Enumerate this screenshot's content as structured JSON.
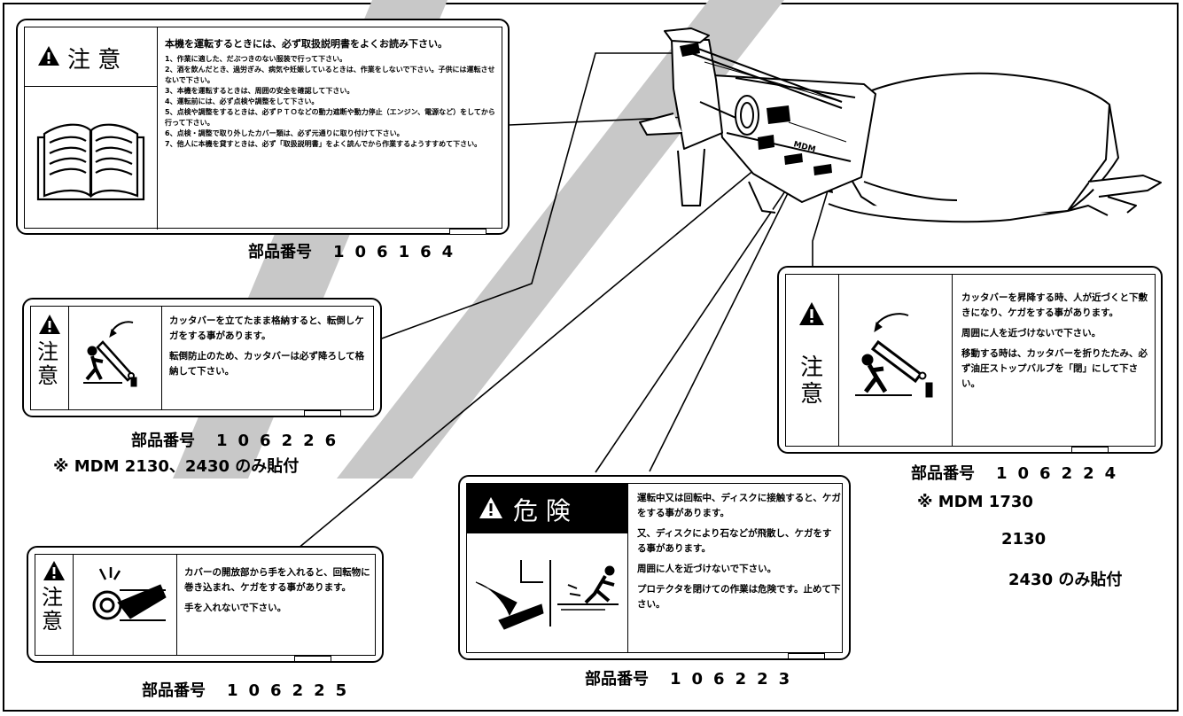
{
  "sticker_106164": {
    "header": "注 意",
    "intro": "本機を運転するときには、必ず取扱説明書をよくお読み下さい。",
    "items": [
      "1、作業に適した、だぶつきのない服装で行って下さい。",
      "2、酒を飲んだとき、過労ぎみ、病気や妊娠しているときは、作業をしないで下さい。子供には運転させないで下さい。",
      "3、本機を運転するときは、周囲の安全を確認して下さい。",
      "4、運転前には、必ず点検や調整をして下さい。",
      "5、点検や調整をするときは、必ずＰＴＯなどの動力遮断や動力停止（エンジン、電源など）をしてから行って下さい。",
      "6、点検・調整で取り外したカバー類は、必ず元通りに取り付けて下さい。",
      "7、他人に本機を貸すときは、必ず「取扱説明書」をよく読んでから作業するようすすめて下さい。"
    ],
    "part_label": "部品番号",
    "part_number": "106164"
  },
  "sticker_106226": {
    "header": "注意",
    "text1": "カッタバーを立てたまま格納すると、転倒しケガをする事があります。",
    "text2": "転倒防止のため、カッタバーは必ず降ろして格納して下さい。",
    "part_label": "部品番号",
    "part_number": "106226",
    "note": "※ MDM 2130、2430 のみ貼付"
  },
  "sticker_106225": {
    "header": "注意",
    "text1": "カバーの開放部から手を入れると、回転物に巻き込まれ、ケガをする事があります。",
    "text2": "手を入れないで下さい。",
    "part_label": "部品番号",
    "part_number": "106225"
  },
  "sticker_106223": {
    "header": "危 険",
    "text1": "運転中又は回転中、ディスクに接触すると、ケガをする事があります。",
    "text2": "又、ディスクにより石などが飛散し、ケガをする事があります。",
    "text3": "周囲に人を近づけないで下さい。",
    "text4": "プロテクタを閉けての作業は危険です。止めて下さい。",
    "part_label": "部品番号",
    "part_number": "106223"
  },
  "sticker_106224": {
    "header": "注意",
    "text1": "カッタバーを昇降する時、人が近づくと下敷きになり、ケガをする事があります。",
    "text2": "周囲に人を近づけないで下さい。",
    "text3": "移動する時は、カッタバーを折りたたみ、必ず油圧ストップバルブを「閉」にして下さい。",
    "part_label": "部品番号",
    "part_number": "106224",
    "note_line1": "※ MDM 1730",
    "note_line2": "2130",
    "note_line3": "2430 のみ貼付"
  },
  "machine": {
    "side_text": "MDM"
  }
}
